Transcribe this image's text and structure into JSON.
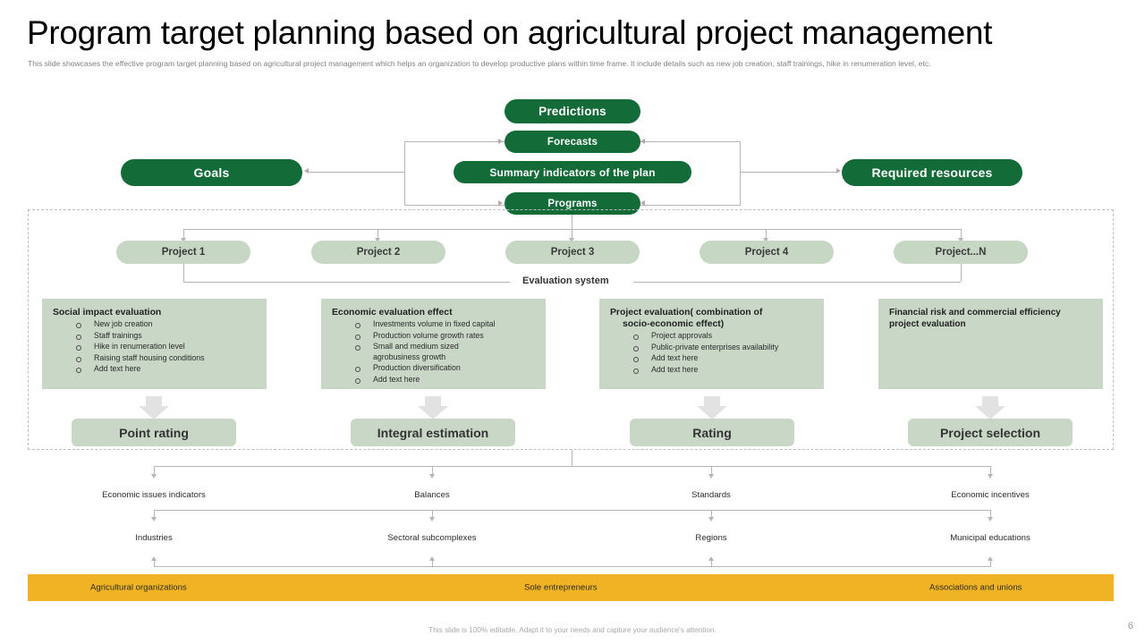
{
  "header": {
    "title": "Program target planning based on agricultural project management",
    "subtitle": "This slide showcases the effective program target planning based on agricultural project management  which helps an organization to develop productive plans within time frame. It include details such as new job creation, staff trainings, hike in renumeration level, etc."
  },
  "top_flow": {
    "predictions": "Predictions",
    "forecasts": "Forecasts",
    "summary": "Summary indicators of the plan",
    "programs": "Programs",
    "goals": "Goals",
    "required_resources": "Required resources"
  },
  "projects": [
    {
      "label": "Project 1"
    },
    {
      "label": "Project 2"
    },
    {
      "label": "Project 3"
    },
    {
      "label": "Project 4"
    },
    {
      "label": "Project...N"
    }
  ],
  "evaluation_system_label": "Evaluation system",
  "evaluation_columns": [
    {
      "heading": "Social impact evaluation",
      "heading_line2": "",
      "items": [
        "New job creation",
        "Staff trainings",
        "Hike in  renumeration level",
        "Raising  staff housing conditions",
        "Add text here"
      ],
      "result": "Point rating"
    },
    {
      "heading": "Economic  evaluation effect",
      "heading_line2": "",
      "items": [
        "Investments volume in  fixed capital",
        "Production volume  growth rates",
        "Small  and medium  sized",
        "Production diversification",
        "Add text here"
      ],
      "continuation": {
        "after_index": 2,
        "text": "agrobusiness growth"
      },
      "result": "Integral estimation"
    },
    {
      "heading": "Project evaluation(  combination of",
      "heading_line2": "socio-economic effect)",
      "items": [
        "Project approvals",
        "Public-private enterprises availability",
        "Add text here",
        "Add text here"
      ],
      "result": "Rating"
    },
    {
      "heading": "Financial risk and commercial efficiency",
      "heading_line2": "project evaluation",
      "items": [],
      "result": "Project selection"
    }
  ],
  "indicator_row": [
    "Economic issues indicators",
    "Balances",
    "Standards",
    "Economic incentives"
  ],
  "sector_row": [
    "Industries",
    "Sectoral subcomplexes",
    "Regions",
    "Municipal educations"
  ],
  "organization_bar": [
    "Agricultural organizations",
    "Sole entrepreneurs",
    "Associations and unions"
  ],
  "footer": {
    "note": "This slide is 100% editable.  Adapt it to your needs and capture your audience's attention.",
    "page_number": "6"
  },
  "colors": {
    "green": "#136C38",
    "sage": "#C6D7C3",
    "yellow": "#F0B323",
    "line": "#B9B4B4"
  }
}
